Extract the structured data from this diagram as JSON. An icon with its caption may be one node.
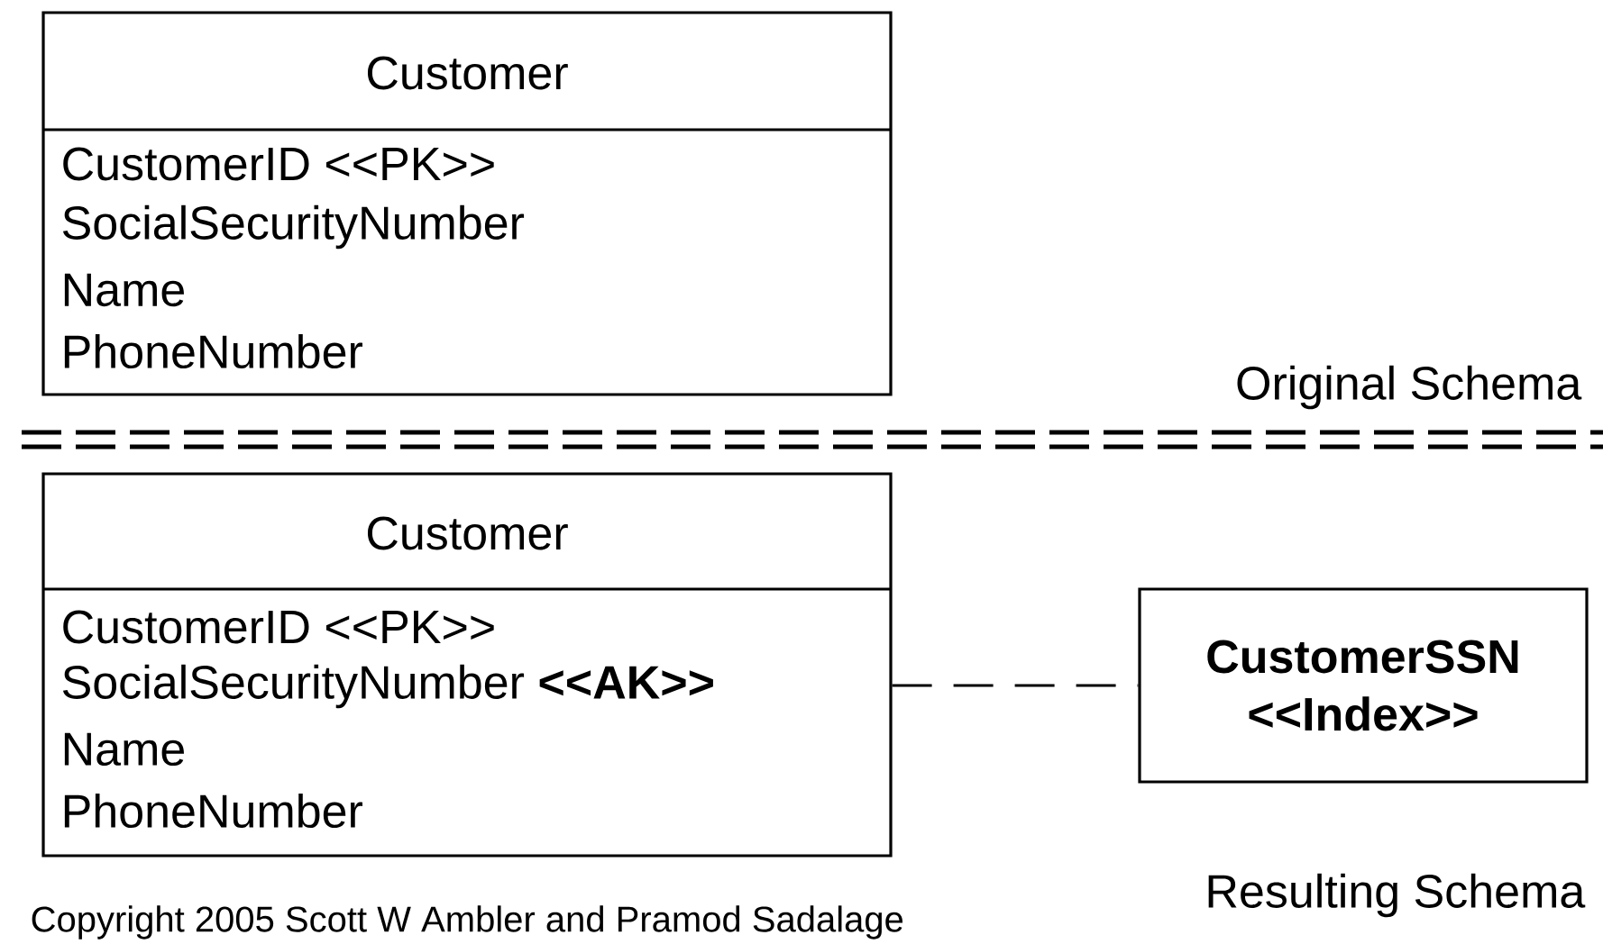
{
  "diagram": {
    "nodes": [
      {
        "text": [
          "Customer",
          "CustomerID <<PK>>",
          "SocialSecurityNumber",
          "Name",
          "PhoneNumber"
        ]
      },
      {
        "text": [
          "Customer",
          "CustomerID <<PK>>",
          "SocialSecurityNumber **<<AK>>**",
          "Name",
          "PhoneNumber"
        ]
      },
      {
        "text": [
          "CustomerSSN <<Index>>"
        ]
      }
    ],
    "edges": [
      {
        "from": 1,
        "to": 2,
        "arrow": "none",
        "style": "dashed"
      }
    ],
    "labels": [
      "Original Schema",
      "Resulting Schema",
      "Copyright 2005 Scott W Ambler and Pramod Sadalage"
    ]
  }
}
